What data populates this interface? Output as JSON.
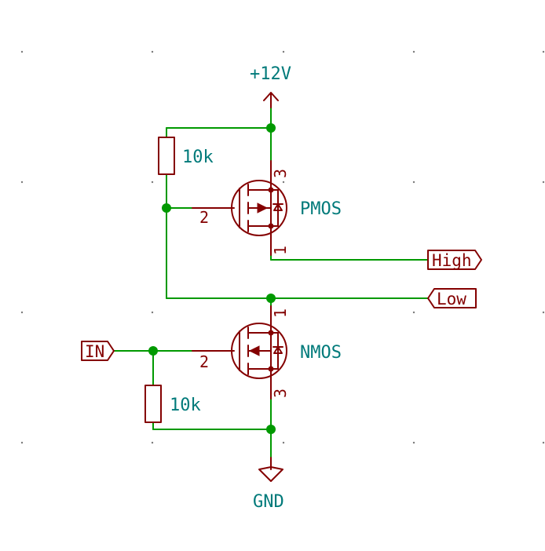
{
  "power": {
    "vcc": "+12V",
    "gnd": "GND"
  },
  "resistors": [
    {
      "value": "10k"
    },
    {
      "value": "10k"
    }
  ],
  "transistors": [
    {
      "name": "PMOS",
      "pins": {
        "drain_top": "3",
        "gate": "2",
        "source_bottom": "1"
      }
    },
    {
      "name": "NMOS",
      "pins": {
        "drain_top": "1",
        "gate": "2",
        "source_bottom": "3"
      }
    }
  ],
  "labels": {
    "high": "High",
    "low": "Low",
    "input": "IN"
  },
  "colors": {
    "wire": "#009900",
    "component": "#840000",
    "value_text": "#007a7a"
  }
}
